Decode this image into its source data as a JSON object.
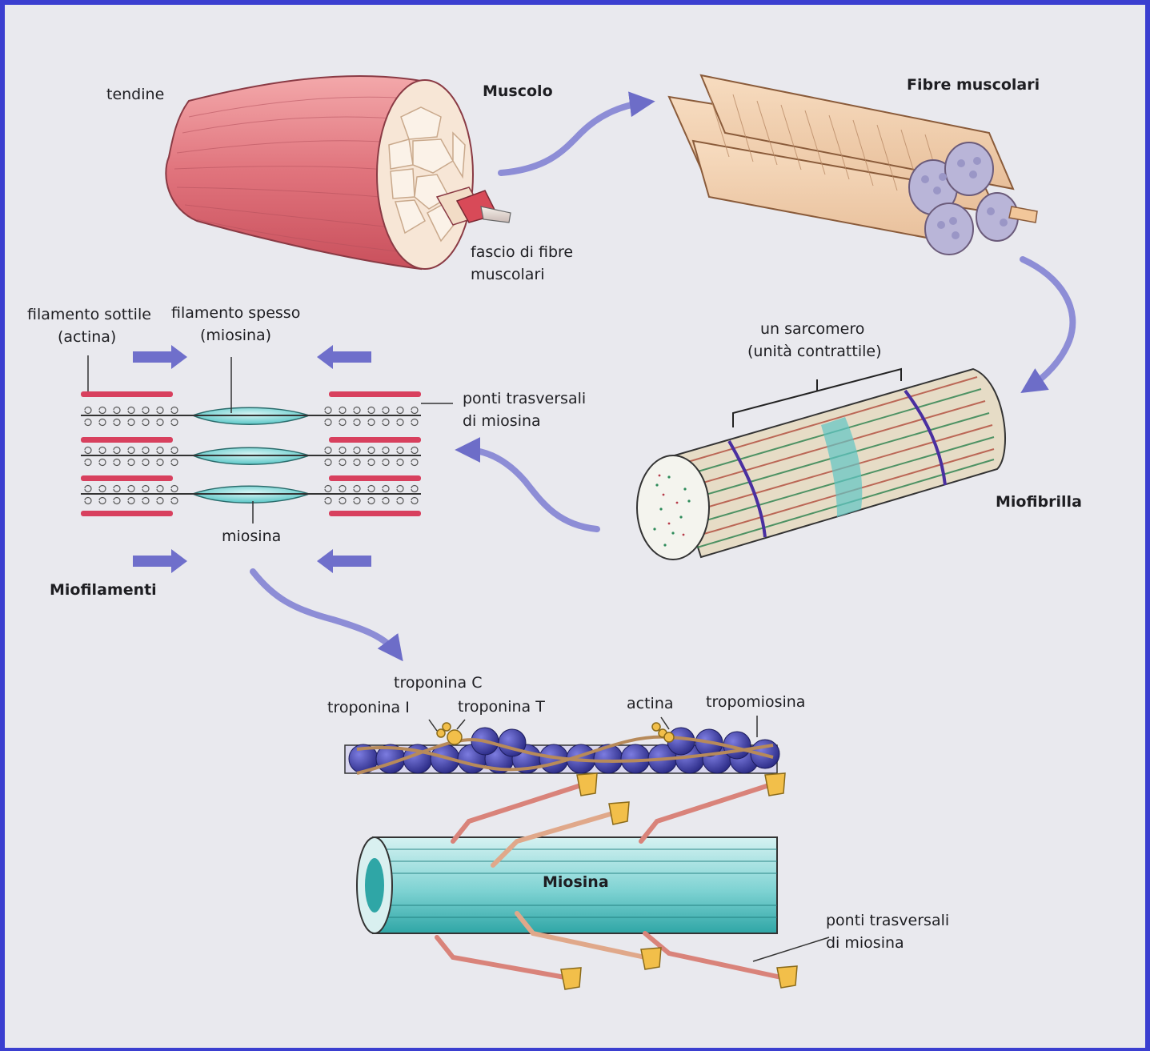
{
  "labels": {
    "tendine": "tendine",
    "muscolo": "Muscolo",
    "fibre_muscolari": "Fibre muscolari",
    "fascio_line1": "fascio di fibre",
    "fascio_line2": "muscolari",
    "filamento_sottile": "filamento sottile",
    "actina_paren": "(actina)",
    "filamento_spesso": "filamento spesso",
    "miosina_paren": "(miosina)",
    "ponti_1_line1": "ponti trasversali",
    "ponti_1_line2": "di miosina",
    "miosina_lower": "miosina",
    "miofilamenti": "Miofilamenti",
    "sarcomero_line1": "un sarcomero",
    "sarcomero_line2": "(unità contrattile)",
    "miofibrilla": "Miofibrilla",
    "troponina_c": "troponina C",
    "troponina_i": "troponina I",
    "troponina_t": "troponina T",
    "actina": "actina",
    "tropomiosina": "tropomiosina",
    "miosina_title": "Miosina",
    "ponti_2_line1": "ponti trasversali",
    "ponti_2_line2": "di miosina"
  },
  "colors": {
    "frame_border": "#3b3fd0",
    "background": "#e9e9ee",
    "arrow": "#7a7acd",
    "muscle": "#e07a80",
    "actin_bead": "#3e3ea0",
    "myosin_teal": "#3fb6b6",
    "filament_red": "#d8405e",
    "troponin_gold": "#f2bf4a"
  }
}
